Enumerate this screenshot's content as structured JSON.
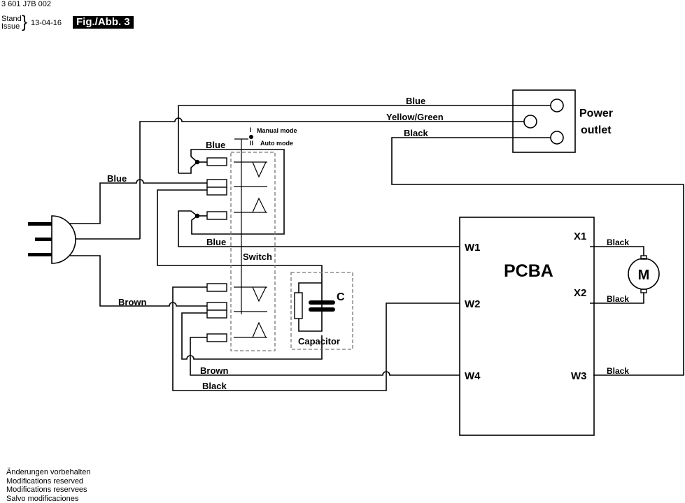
{
  "header": {
    "document_number": "3 601 J7B 002",
    "stand_label": "Stand",
    "issue_label": "Issue",
    "issue_date": "13-04-16",
    "figure_label": "Fig./Abb. 3"
  },
  "footer": {
    "lines": [
      "Änderungen vorbehalten",
      "Modifications reserved",
      "Modifications reservees",
      "Salvo modificaciones"
    ]
  },
  "diagram": {
    "power_outlet_label_line1": "Power",
    "power_outlet_label_line2": "outlet",
    "pcba_label": "PCBA",
    "motor_label": "M",
    "switch_label": "Switch",
    "capacitor_label": "Capacitor",
    "capacitor_symbol": "C",
    "mode_1_numeral": "I",
    "mode_1_label": "Manual mode",
    "mode_2_numeral": "II",
    "mode_2_label": "Auto mode",
    "pcba_pins": {
      "w1": "W1",
      "w2": "W2",
      "w3": "W3",
      "w4": "W4",
      "x1": "X1",
      "x2": "X2"
    },
    "wire_labels": {
      "outlet_blue": "Blue",
      "outlet_yellow_green": "Yellow/Green",
      "outlet_black": "Black",
      "switch_top_blue": "Blue",
      "plug_blue": "Blue",
      "switch_lower_blue": "Blue",
      "plug_brown": "Brown",
      "switch_brown": "Brown",
      "switch_black": "Black",
      "motor_x1_black": "Black",
      "motor_x2_black": "Black",
      "pcba_w3_black": "Black"
    }
  }
}
